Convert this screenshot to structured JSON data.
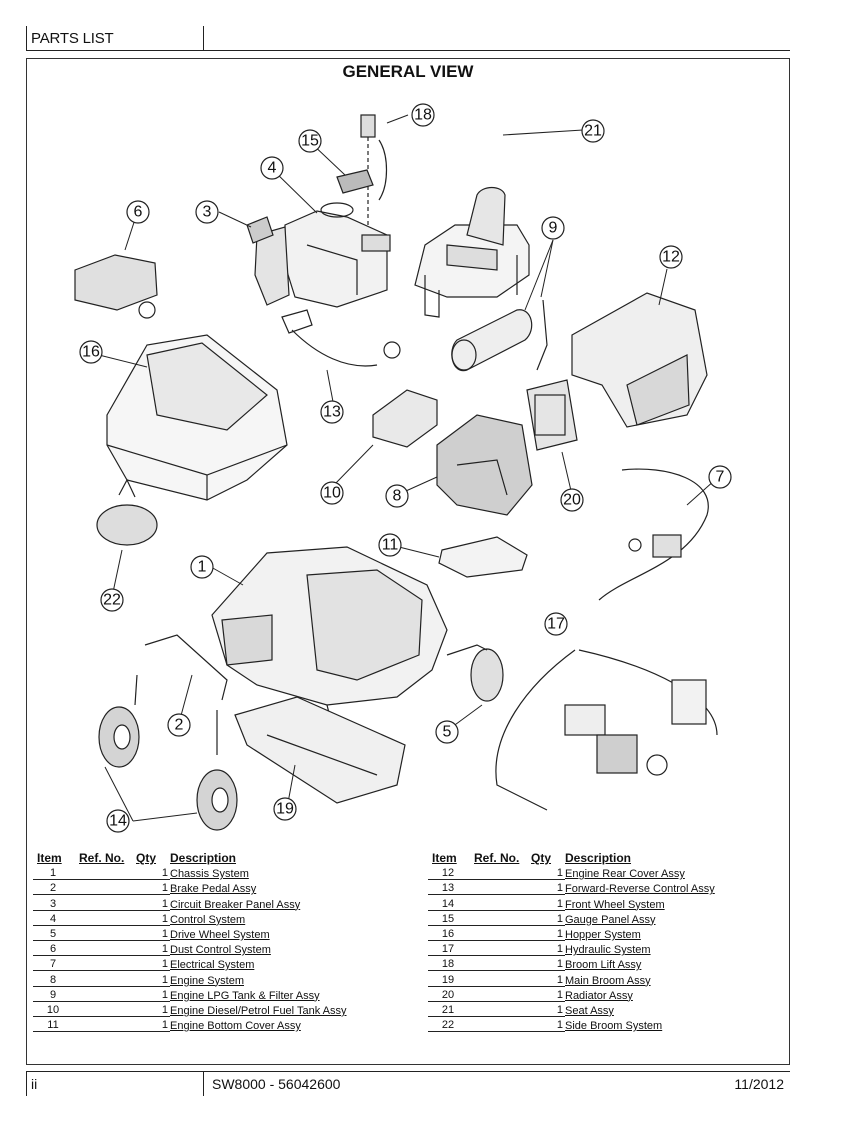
{
  "header": {
    "title": "PARTS LIST"
  },
  "general_view": {
    "title": "GENERAL VIEW"
  },
  "columns": {
    "item": "Item",
    "ref": "Ref. No.",
    "qty": "Qty",
    "desc": "Description"
  },
  "parts_left": [
    {
      "item": "1",
      "ref": "",
      "qty": "1",
      "desc": "Chassis System"
    },
    {
      "item": "2",
      "ref": "",
      "qty": "1",
      "desc": "Brake Pedal Assy"
    },
    {
      "item": "3",
      "ref": "",
      "qty": "1",
      "desc": "Circuit Breaker Panel Assy"
    },
    {
      "item": "4",
      "ref": "",
      "qty": "1",
      "desc": "Control System"
    },
    {
      "item": "5",
      "ref": "",
      "qty": "1",
      "desc": "Drive Wheel System"
    },
    {
      "item": "6",
      "ref": "",
      "qty": "1",
      "desc": "Dust Control System"
    },
    {
      "item": "7",
      "ref": "",
      "qty": "1",
      "desc": "Electrical System"
    },
    {
      "item": "8",
      "ref": "",
      "qty": "1",
      "desc": "Engine System"
    },
    {
      "item": "9",
      "ref": "",
      "qty": "1",
      "desc": "Engine LPG Tank & Filter Assy"
    },
    {
      "item": "10",
      "ref": "",
      "qty": "1",
      "desc": "Engine Diesel/Petrol Fuel Tank Assy"
    },
    {
      "item": "11",
      "ref": "",
      "qty": "1",
      "desc": "Engine Bottom Cover Assy"
    }
  ],
  "parts_right": [
    {
      "item": "12",
      "ref": "",
      "qty": "1",
      "desc": "Engine Rear Cover Assy"
    },
    {
      "item": "13",
      "ref": "",
      "qty": "1",
      "desc": "Forward-Reverse Control Assy"
    },
    {
      "item": "14",
      "ref": "",
      "qty": "1",
      "desc": "Front Wheel System"
    },
    {
      "item": "15",
      "ref": "",
      "qty": "1",
      "desc": "Gauge Panel Assy"
    },
    {
      "item": "16",
      "ref": "",
      "qty": "1",
      "desc": "Hopper System"
    },
    {
      "item": "17",
      "ref": "",
      "qty": "1",
      "desc": "Hydraulic System"
    },
    {
      "item": "18",
      "ref": "",
      "qty": "1",
      "desc": "Broom Lift Assy"
    },
    {
      "item": "19",
      "ref": "",
      "qty": "1",
      "desc": "Main Broom Assy"
    },
    {
      "item": "20",
      "ref": "",
      "qty": "1",
      "desc": "Radiator Assy"
    },
    {
      "item": "21",
      "ref": "",
      "qty": "1",
      "desc": "Seat Assy"
    },
    {
      "item": "22",
      "ref": "",
      "qty": "1",
      "desc": "Side Broom System"
    }
  ],
  "callouts": [
    "1",
    "2",
    "3",
    "4",
    "5",
    "6",
    "7",
    "8",
    "9",
    "10",
    "11",
    "12",
    "13",
    "14",
    "15",
    "16",
    "17",
    "18",
    "19",
    "20",
    "21",
    "22"
  ],
  "footer": {
    "page": "ii",
    "doc": "SW8000 - 56042600",
    "date": "11/2012"
  }
}
